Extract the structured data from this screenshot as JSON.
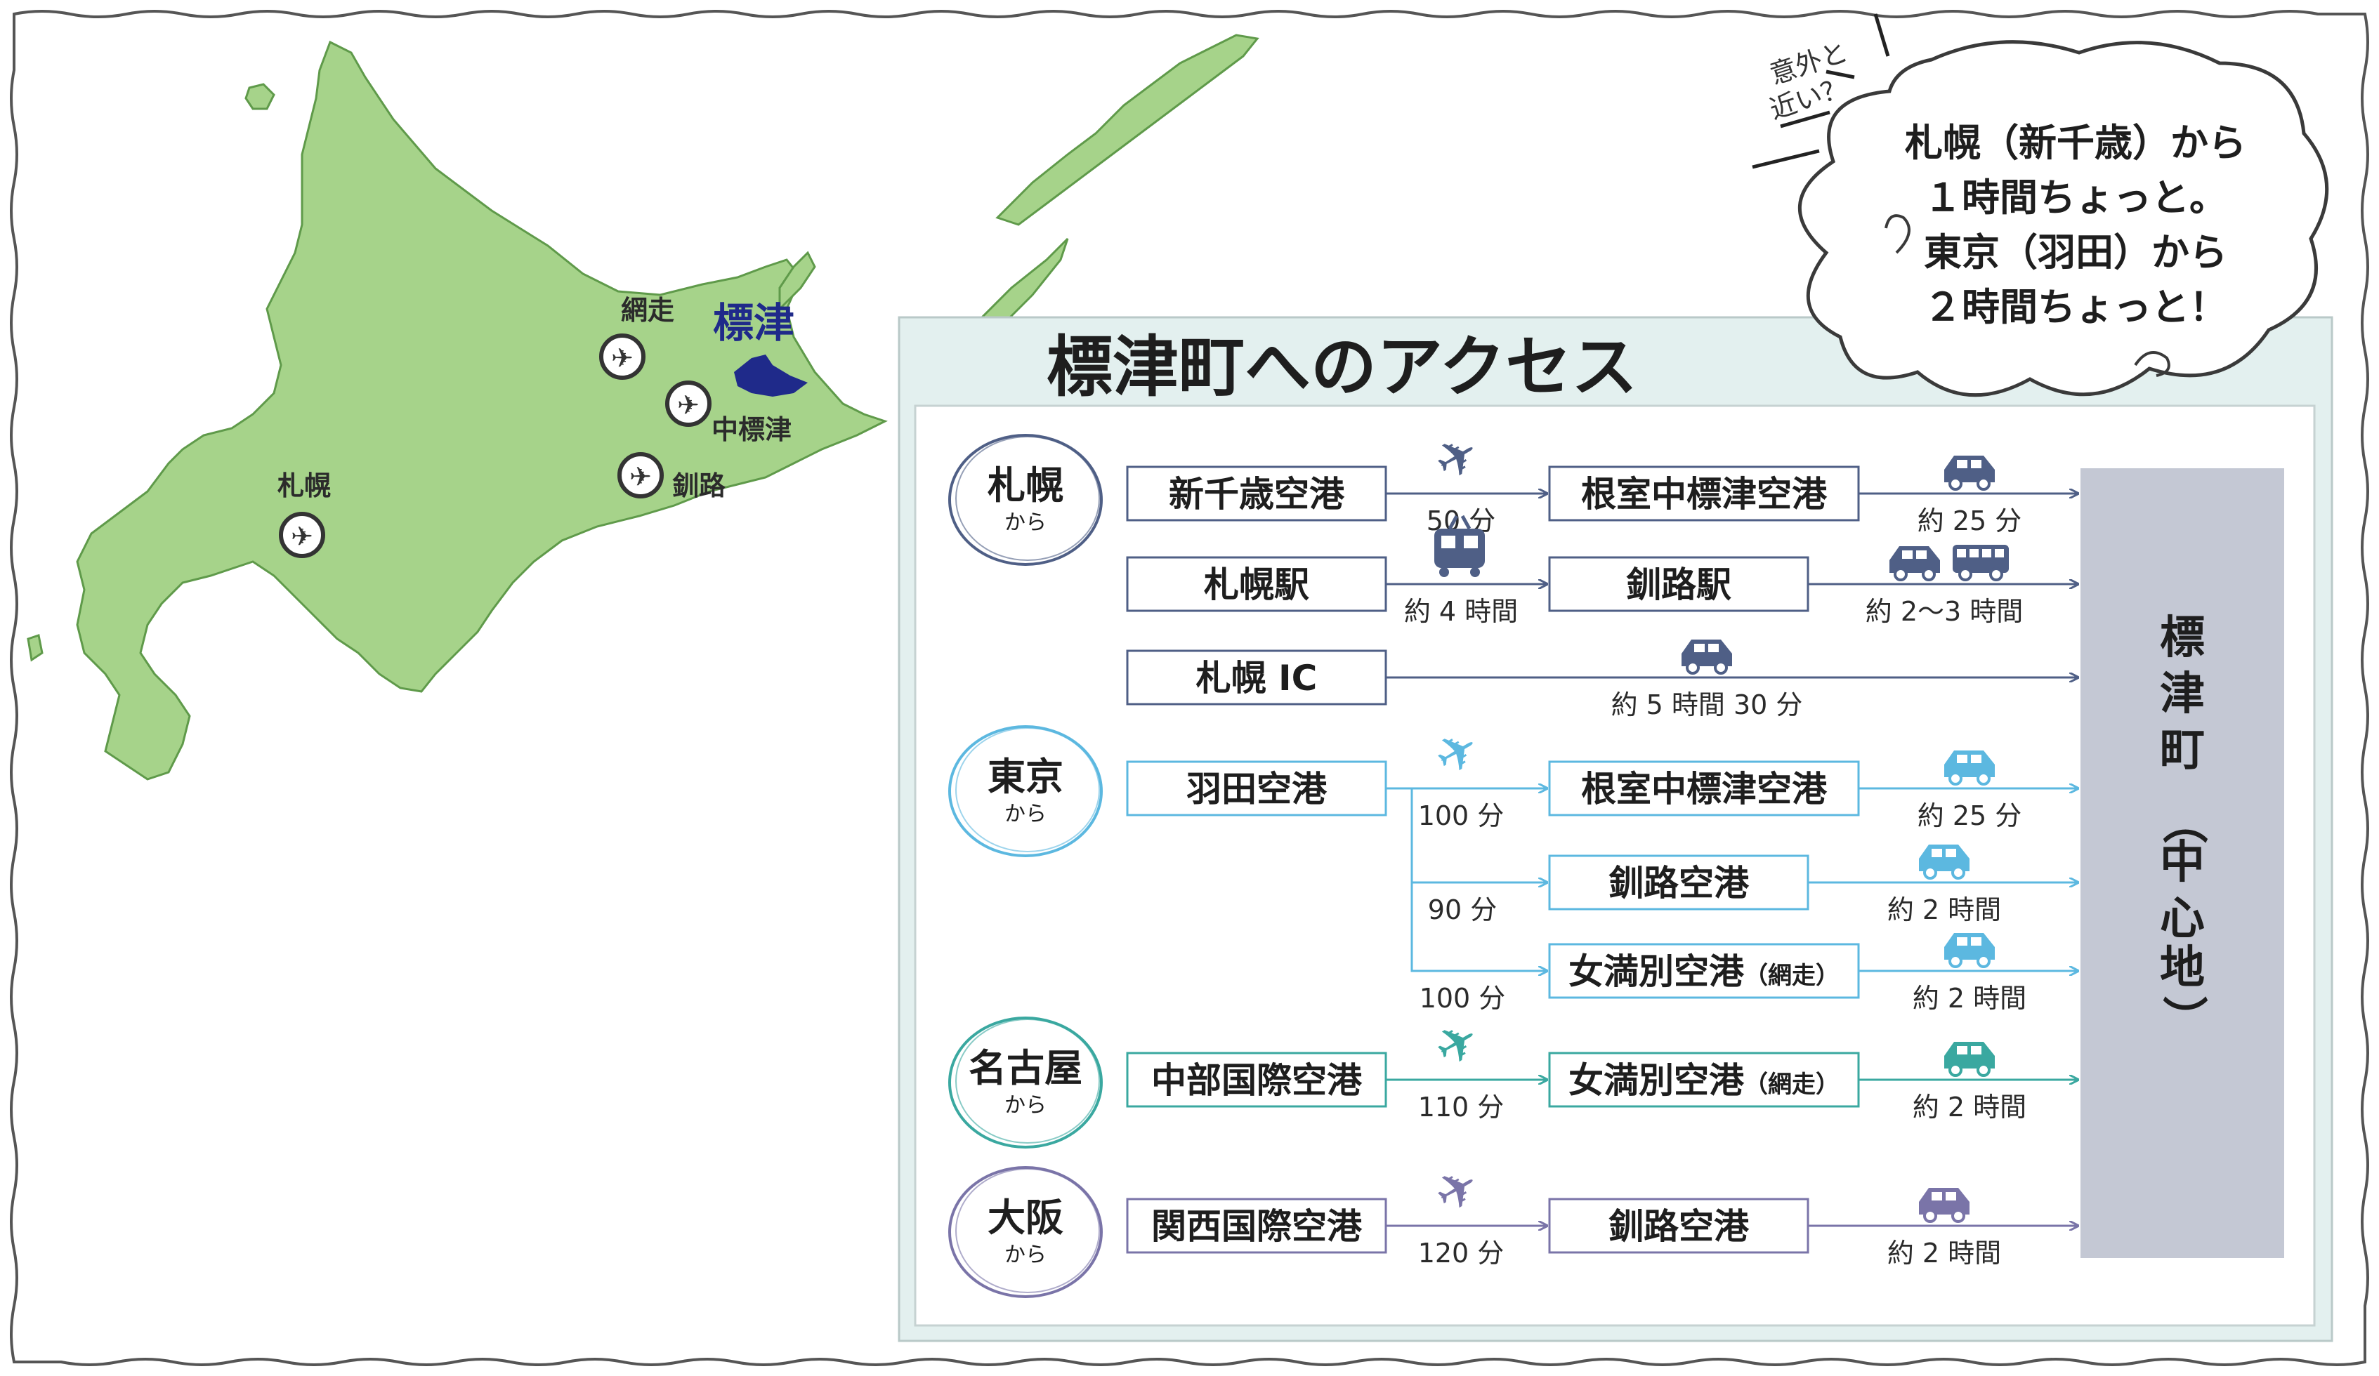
{
  "map": {
    "cities": [
      {
        "name": "札幌",
        "has_airport": true
      },
      {
        "name": "網走",
        "has_airport": true
      },
      {
        "name": "中標津",
        "has_airport": true
      },
      {
        "name": "釧路",
        "has_airport": true
      }
    ],
    "highlight": "標津"
  },
  "cloud": {
    "aside_line1": "意外と",
    "aside_line2": "近い？",
    "lines": [
      "札幌（新千歳）から",
      "１時間ちょっと。",
      "東京（羽田）から",
      "２時間ちょっと！"
    ]
  },
  "panel": {
    "title": "標津町へのアクセス",
    "destination": "標津町（中心地）"
  },
  "colors": {
    "sapporo": "#4f5f86",
    "tokyo": "#5cb8e0",
    "nagoya": "#3aa8a0",
    "osaka": "#7a74a8",
    "map_fill": "#a6d38a",
    "map_stroke": "#5f9a4a",
    "highlight": "#1f2a8a",
    "destination_bar": "#c4c8d4",
    "panel_bg": "#e3f0ef"
  },
  "origins": [
    {
      "name": "札幌",
      "suffix": "から",
      "color": "#4f5f86"
    },
    {
      "name": "東京",
      "suffix": "から",
      "color": "#5cb8e0"
    },
    {
      "name": "名古屋",
      "suffix": "から",
      "color": "#3aa8a0"
    },
    {
      "name": "大阪",
      "suffix": "から",
      "color": "#7a74a8"
    }
  ],
  "routes": [
    {
      "from": "新千歳空港",
      "leg1": {
        "mode": "plane-icon",
        "time": "50 分"
      },
      "via": "根室中標津空港",
      "leg2": {
        "mode": "car-icon",
        "time": "約 25 分"
      },
      "color": "#4f5f86"
    },
    {
      "from": "札幌駅",
      "leg1": {
        "mode": "train-icon",
        "time": "約 4 時間"
      },
      "via": "釧路駅",
      "leg2": {
        "mode": "car-and-bus-icon",
        "time": "約 2〜3 時間"
      },
      "color": "#4f5f86"
    },
    {
      "from": "札幌 IC",
      "leg1": {
        "mode": "car-icon",
        "time": "約 5 時間 30 分"
      },
      "color": "#4f5f86"
    },
    {
      "from": "羽田空港",
      "leg1": {
        "mode": "plane-icon",
        "time": "100 分"
      },
      "via": "根室中標津空港",
      "leg2": {
        "mode": "car-icon",
        "time": "約 25 分"
      },
      "color": "#5cb8e0"
    },
    {
      "leg1": {
        "time": "90 分"
      },
      "via": "釧路空港",
      "leg2": {
        "mode": "car-icon",
        "time": "約 2 時間"
      },
      "color": "#5cb8e0"
    },
    {
      "leg1": {
        "time": "100 分"
      },
      "via": "女満別空港",
      "via_note": "（網走）",
      "leg2": {
        "mode": "car-icon",
        "time": "約 2 時間"
      },
      "color": "#5cb8e0"
    },
    {
      "from": "中部国際空港",
      "leg1": {
        "mode": "plane-icon",
        "time": "110 分"
      },
      "via": "女満別空港",
      "via_note": "（網走）",
      "leg2": {
        "mode": "car-icon",
        "time": "約 2 時間"
      },
      "color": "#3aa8a0"
    },
    {
      "from": "関西国際空港",
      "leg1": {
        "mode": "plane-icon",
        "time": "120 分"
      },
      "via": "釧路空港",
      "leg2": {
        "mode": "car-icon",
        "time": "約 2 時間"
      },
      "color": "#7a74a8"
    }
  ]
}
